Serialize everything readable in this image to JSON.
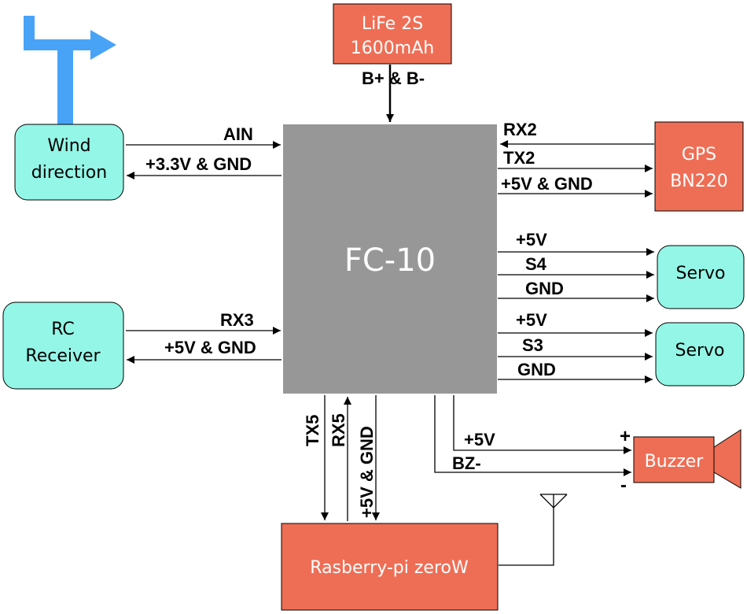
{
  "colors": {
    "fc": "#979797",
    "cyan": "#94f6e6",
    "orange": "#ee6e55",
    "symbol": "#48a3f7",
    "line": "#000000",
    "fc_text": "#ffffff",
    "box_text_dark": "#000000",
    "box_text_light": "#ffffff"
  },
  "flight_controller": {
    "label": "FC-10"
  },
  "battery": {
    "line1": "LiFe 2S",
    "line2": "1600mAh",
    "label": "B+ & B-"
  },
  "wind_direction": {
    "line1": "Wind",
    "line2": "direction",
    "in_label": "AIN",
    "out_label": "+3.3V & GND"
  },
  "rc_receiver": {
    "line1": "RC",
    "line2": "Receiver",
    "in_label": "RX3",
    "out_label": "+5V & GND"
  },
  "gps": {
    "line1": "GPS",
    "line2": "BN220",
    "labels": [
      "RX2",
      "TX2",
      "+5V & GND"
    ]
  },
  "servos": [
    {
      "label": "Servo",
      "wires": [
        "+5V",
        "S4",
        "GND"
      ]
    },
    {
      "label": "Servo",
      "wires": [
        "+5V",
        "S3",
        "GND"
      ]
    }
  ],
  "buzzer": {
    "label": "Buzzer",
    "wires": [
      "+5V",
      "BZ-"
    ],
    "plus": "+",
    "minus": "-"
  },
  "raspberry": {
    "label": "Rasberry-pi zeroW",
    "wires": [
      "TX5",
      "RX5",
      "+5V & GND"
    ]
  },
  "icons": {
    "wind_vane": "wind-vane-icon",
    "antenna": "antenna-icon",
    "speaker": "speaker-icon"
  }
}
